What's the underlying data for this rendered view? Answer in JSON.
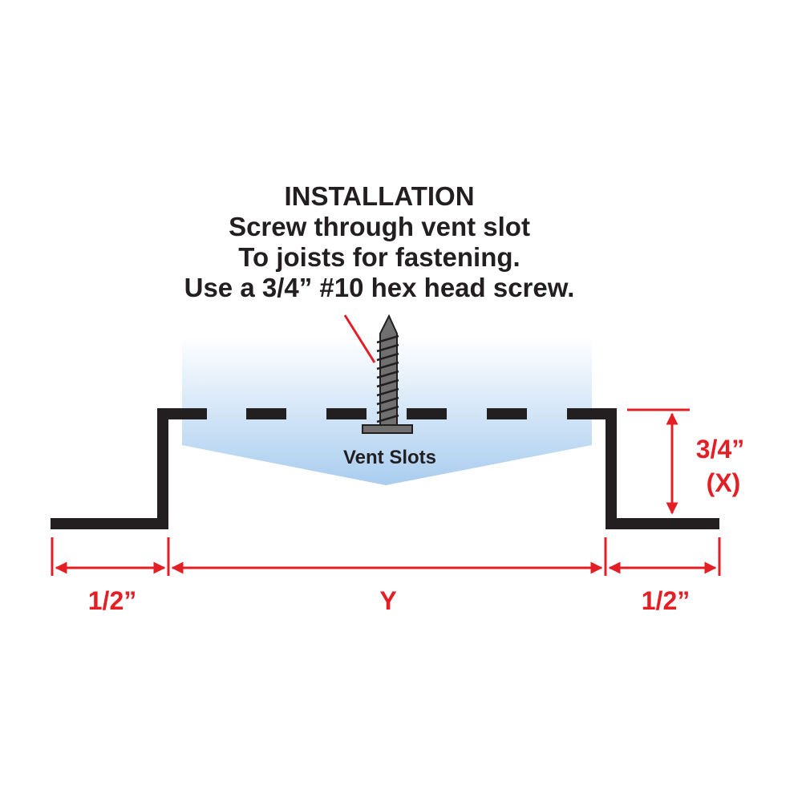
{
  "instructions": {
    "heading": "INSTALLATION",
    "line1": "Screw through vent slot",
    "line2": "To joists for fastening.",
    "line3": "Use a 3/4” #10 hex head screw."
  },
  "labels": {
    "vent_slots": "Vent Slots",
    "left_flange": "1/2”",
    "right_flange": "1/2”",
    "width": "Y",
    "height": "3/4”",
    "height_var": "(X)"
  },
  "colors": {
    "dimension": "#e31e24",
    "profile": "#231f20",
    "screw": "#707070",
    "airflow_top": "#ffffff",
    "airflow_bottom": "#a9cdef"
  }
}
